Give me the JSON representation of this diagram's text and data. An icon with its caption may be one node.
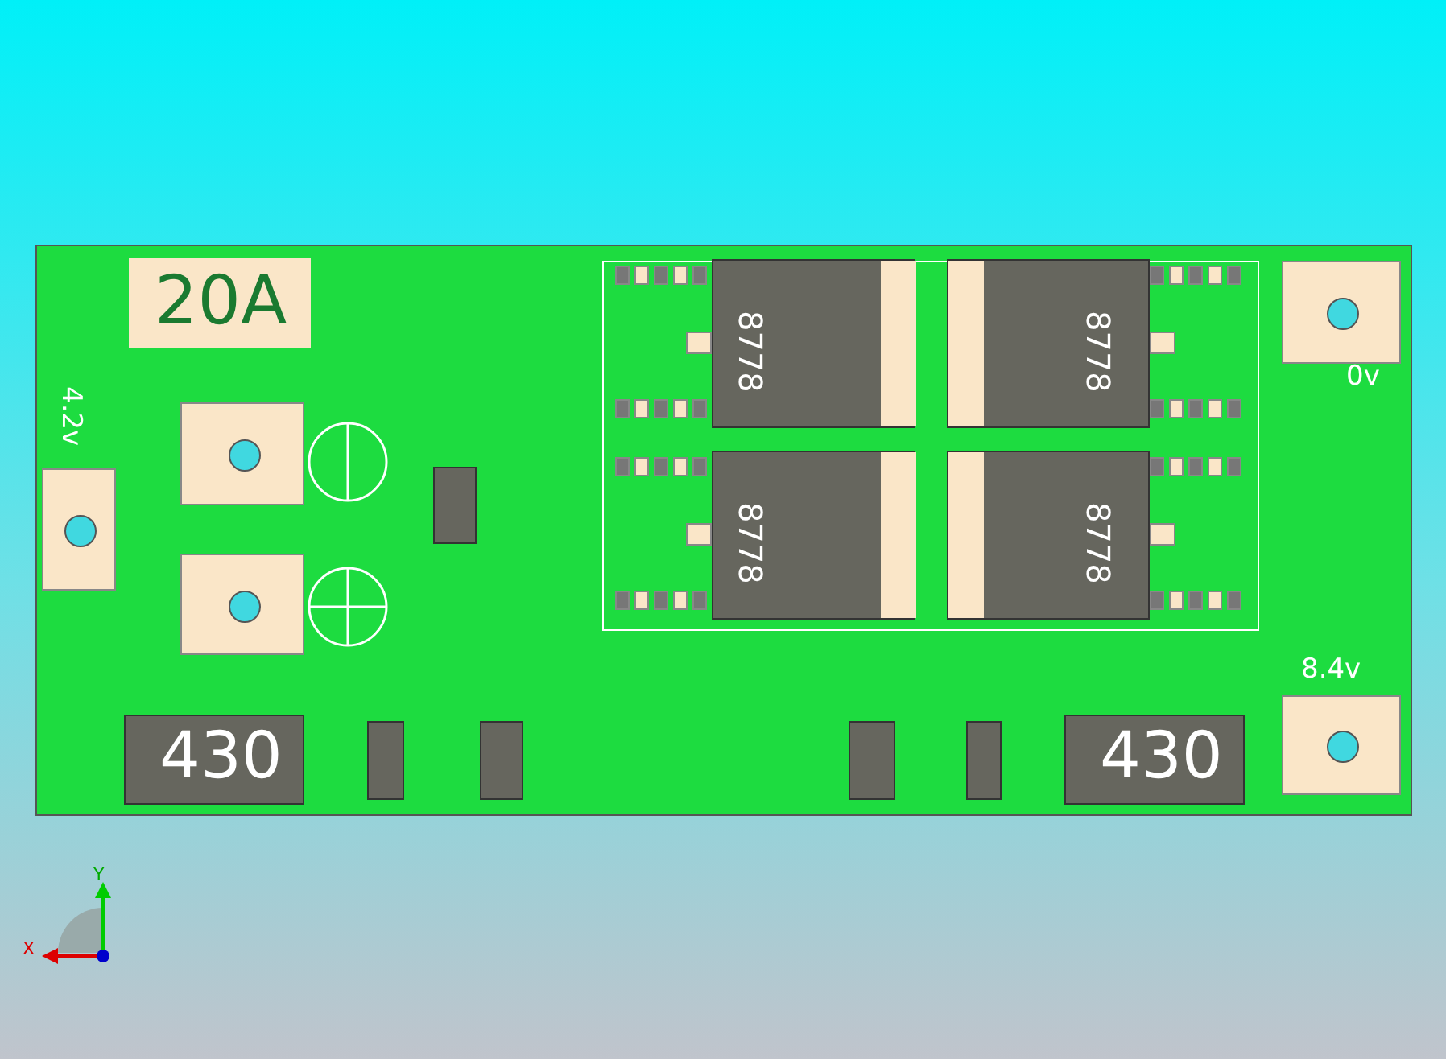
{
  "diagram": {
    "labels": [
      "20A",
      "4.2v",
      "0v",
      "8.4v",
      "8778",
      "8778",
      "8778",
      "8778",
      "430",
      "430",
      "Y",
      "X"
    ]
  }
}
